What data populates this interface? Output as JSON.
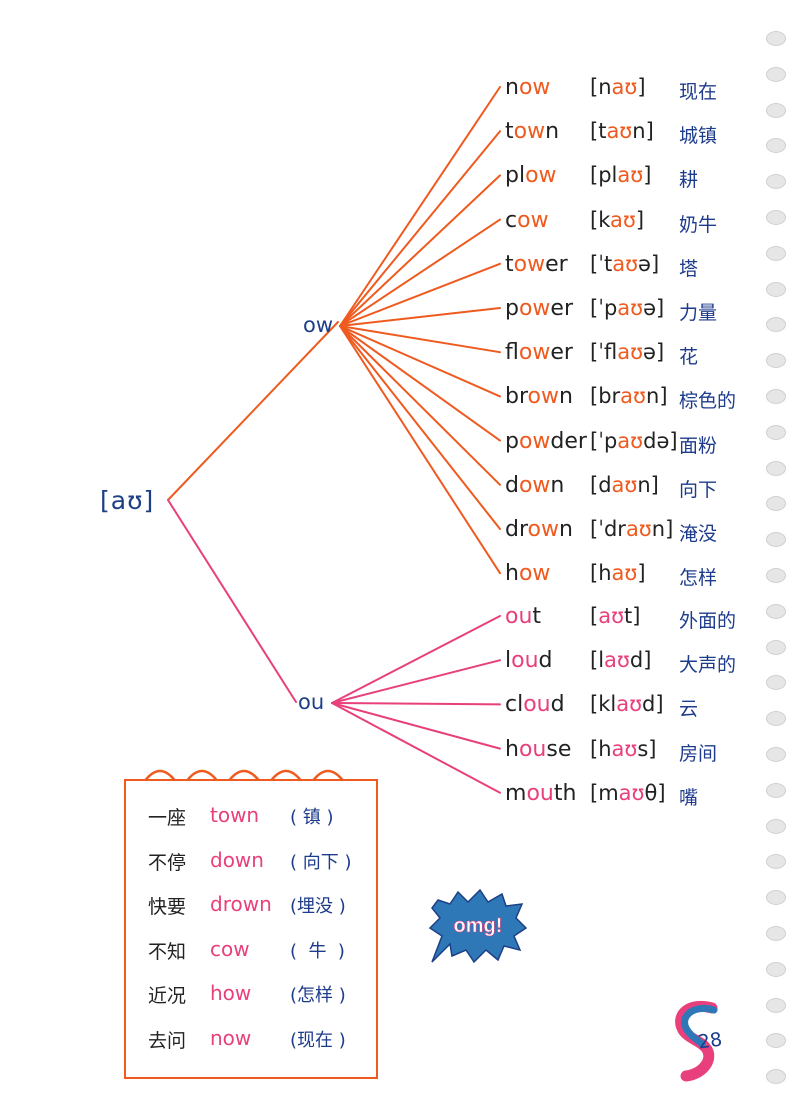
{
  "root": {
    "label": "[aʊ]"
  },
  "branches": {
    "ow": {
      "label": "ow",
      "color": "#ef5a1f"
    },
    "ou": {
      "label": "ou",
      "color": "#e8407c"
    }
  },
  "words_ow": [
    {
      "pre": "n",
      "hl": "ow",
      "post": "",
      "ipa_pre": "[n",
      "ipa_hl": "aʊ",
      "ipa_post": "]",
      "cn": "现在"
    },
    {
      "pre": "t",
      "hl": "ow",
      "post": "n",
      "ipa_pre": "[t",
      "ipa_hl": "aʊ",
      "ipa_post": "n]",
      "cn": "城镇"
    },
    {
      "pre": "pl",
      "hl": "ow",
      "post": "",
      "ipa_pre": "[pl",
      "ipa_hl": "aʊ",
      "ipa_post": "]",
      "cn": "耕"
    },
    {
      "pre": "c",
      "hl": "ow",
      "post": "",
      "ipa_pre": "[k",
      "ipa_hl": "aʊ",
      "ipa_post": "]",
      "cn": "奶牛"
    },
    {
      "pre": "t",
      "hl": "ow",
      "post": "er",
      "ipa_pre": "[ˈt",
      "ipa_hl": "aʊ",
      "ipa_post": "ə]",
      "cn": "塔"
    },
    {
      "pre": "p",
      "hl": "ow",
      "post": "er",
      "ipa_pre": "[ˈp",
      "ipa_hl": "aʊ",
      "ipa_post": "ə]",
      "cn": "力量"
    },
    {
      "pre": "fl",
      "hl": "ow",
      "post": "er",
      "ipa_pre": "[ˈfl",
      "ipa_hl": "aʊ",
      "ipa_post": "ə]",
      "cn": "花"
    },
    {
      "pre": "br",
      "hl": "ow",
      "post": "n",
      "ipa_pre": "[br",
      "ipa_hl": "aʊ",
      "ipa_post": "n]",
      "cn": "棕色的"
    },
    {
      "pre": "p",
      "hl": "ow",
      "post": "der",
      "ipa_pre": "[ˈp",
      "ipa_hl": "aʊ",
      "ipa_post": "də]",
      "cn": "面粉"
    },
    {
      "pre": "d",
      "hl": "ow",
      "post": "n",
      "ipa_pre": "[d",
      "ipa_hl": "aʊ",
      "ipa_post": "n]",
      "cn": "向下"
    },
    {
      "pre": "dr",
      "hl": "ow",
      "post": "n",
      "ipa_pre": "[ˈdr",
      "ipa_hl": "aʊ",
      "ipa_post": "n]",
      "cn": "淹没"
    },
    {
      "pre": "h",
      "hl": "ow",
      "post": "",
      "ipa_pre": "[h",
      "ipa_hl": "aʊ",
      "ipa_post": "]",
      "cn": "怎样"
    }
  ],
  "words_ou": [
    {
      "pre": "",
      "hl": "ou",
      "post": "t",
      "ipa_pre": "[",
      "ipa_hl": "aʊ",
      "ipa_post": "t]",
      "cn": "外面的"
    },
    {
      "pre": "l",
      "hl": "ou",
      "post": "d",
      "ipa_pre": "[l",
      "ipa_hl": "aʊ",
      "ipa_post": "d]",
      "cn": "大声的"
    },
    {
      "pre": "cl",
      "hl": "ou",
      "post": "d",
      "ipa_pre": "[kl",
      "ipa_hl": "aʊ",
      "ipa_post": "d]",
      "cn": "云"
    },
    {
      "pre": "h",
      "hl": "ou",
      "post": "se",
      "ipa_pre": "[h",
      "ipa_hl": "aʊ",
      "ipa_post": "s]",
      "cn": "房间"
    },
    {
      "pre": "m",
      "hl": "ou",
      "post": "th",
      "ipa_pre": "[m",
      "ipa_hl": "aʊ",
      "ipa_post": "θ]",
      "cn": "嘴"
    }
  ],
  "memo": {
    "rows": [
      {
        "lead": "一座",
        "word": "town",
        "gloss": "( 镇 )"
      },
      {
        "lead": "不停",
        "word": "down",
        "gloss": "( 向下 )"
      },
      {
        "lead": "快要",
        "word": "drown",
        "gloss": "(埋没 )"
      },
      {
        "lead": "不知",
        "word": "cow",
        "gloss": "(  牛  )"
      },
      {
        "lead": "近况",
        "word": "how",
        "gloss": "(怎样 )"
      },
      {
        "lead": "去问",
        "word": "now",
        "gloss": "(现在 )"
      }
    ]
  },
  "badge": {
    "text": "omg!",
    "color": "#2f78b8"
  },
  "page_number": "28",
  "colors": {
    "ink": "#222222",
    "blue": "#1e3c8c",
    "orange": "#ef5a1f",
    "pink": "#e8407c",
    "hole": "#e6e6e6"
  },
  "icons": [
    "s-logo-icon",
    "speech-bubble-icon",
    "binder-hole-icon"
  ]
}
